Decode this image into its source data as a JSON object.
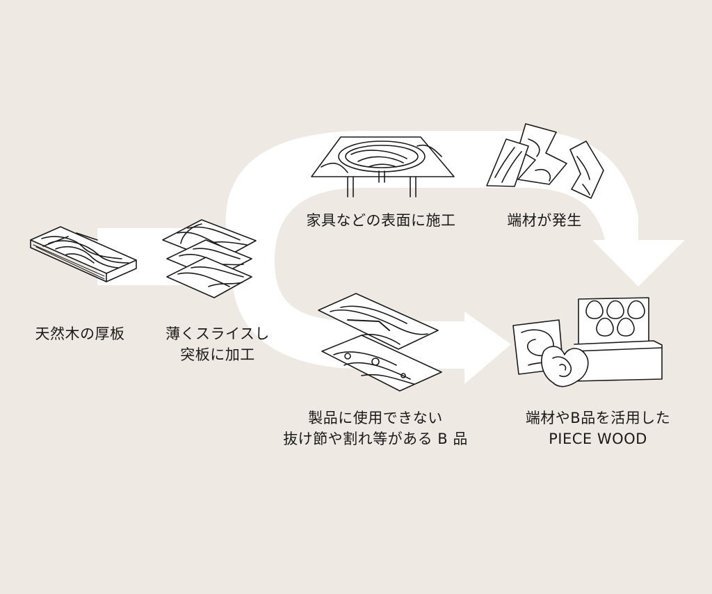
{
  "colors": {
    "background": "#eee9e3",
    "flow_arrow": "#ffffff",
    "line_art": "#1a1a1a"
  },
  "steps": {
    "natural_board": {
      "icon": "wood-plank-icon",
      "lines": [
        "天然木の厚板"
      ]
    },
    "sliced_veneer": {
      "icon": "veneer-sheets-icon",
      "lines": [
        "薄くスライスし",
        "突板に加工"
      ]
    },
    "furniture_surface": {
      "icon": "veneered-table-icon",
      "lines": [
        "家具などの表面に施工"
      ]
    },
    "offcuts": {
      "icon": "offcut-scraps-icon",
      "lines": [
        "端材が発生"
      ]
    },
    "b_grade": {
      "icon": "knotted-veneer-icon",
      "lines": [
        "製品に使用できない",
        "抜け節や割れ等がある B 品"
      ]
    },
    "piece_wood": {
      "icon": "piece-wood-tiles-icon",
      "lines": [
        "端材やB品を活用した",
        "PIECE WOOD"
      ]
    }
  }
}
